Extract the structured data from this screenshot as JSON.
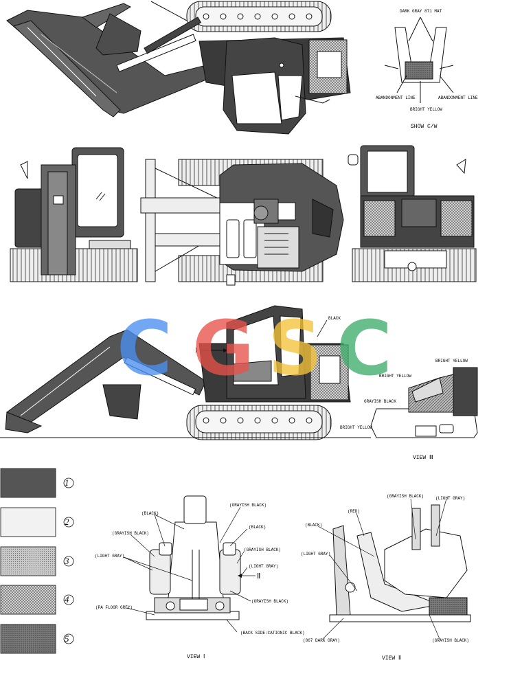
{
  "labels": {
    "top_right": {
      "dark_gray_mat": "DARK GRAY 871 MAT",
      "abandonment_left": "ABANDONMENT LINE",
      "abandonment_right": "ABANDONMENT LINE",
      "bright_yellow": "BRIGHT YELLOW",
      "view_title": "SHOW C/W"
    },
    "mid_side": {
      "black": "BLACK",
      "arrow_i": "I"
    },
    "view_iii": {
      "bright_yellow_1": "BRIGHT YELLOW",
      "bright_yellow_2": "BRIGHT YELLOW",
      "grayish_black": "GRAYISH BLACK",
      "bright_yellow_3": "BRIGHT YELLOW",
      "view_title": "VIEW Ⅲ"
    },
    "view_i": {
      "black": "(BLACK)",
      "grayish_black_top": "(GRAYISH BLACK)",
      "grayish_black_left": "(GRAYISH BLACK)",
      "black_right": "(BLACK)",
      "light_gray_left": "(LIGHT GRAY)",
      "grayish_black_right": "(GRAYISH BLACK)",
      "light_gray_right": "(LIGHT GRAY)",
      "arrow_ii": "Ⅱ",
      "grayish_black_lower": "(GRAYISH BLACK)",
      "pa_floor": "(PA FLOOR GREY)",
      "base": "(BACK SIDE:CATIONIC BLACK)",
      "view_title": "VIEW Ⅰ"
    },
    "view_ii": {
      "grayish_black_top": "(GRAYISH BLACK)",
      "light_gray_top": "(LIGHT GRAY)",
      "black": "(BLACK)",
      "red": "(RED)",
      "light_gray": "(LIGHT GRAY)",
      "dark_gray": "(867 DARK GRAY)",
      "grayish_black_bottom": "(GRAYISH BLACK)",
      "view_title": "VIEW Ⅱ"
    }
  },
  "legend": [
    {
      "number": "1",
      "color": "#555555",
      "pattern": "solid-dark"
    },
    {
      "number": "2",
      "color": "#f2f2f2",
      "pattern": "light"
    },
    {
      "number": "3",
      "color": "#bdbdbd",
      "pattern": "dot"
    },
    {
      "number": "4",
      "color": "#cfcfcf",
      "pattern": "cross"
    },
    {
      "number": "5",
      "color": "#8a8a8a",
      "pattern": "dense"
    }
  ],
  "watermark": {
    "letters": [
      "C",
      "G",
      "S",
      "C"
    ],
    "colors": [
      "#4a8ff0",
      "#e8524a",
      "#f5c33b",
      "#3fae6b"
    ]
  },
  "colors": {
    "ink": "#111111",
    "body_gray": "#555555",
    "light_fill": "#e6e6e6"
  }
}
